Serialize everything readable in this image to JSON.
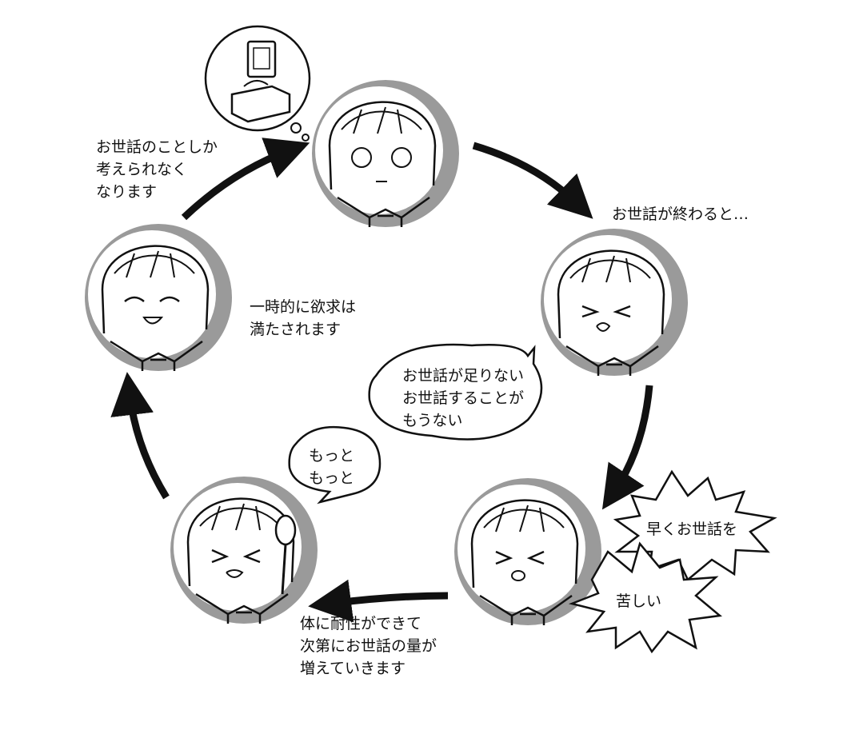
{
  "captions": {
    "top_left": [
      "お世話のことしか",
      "考えられなく",
      "なります"
    ],
    "top_right": [
      "お世話が終わると…"
    ],
    "left": [
      "一時的に欲求は",
      "満たされます"
    ],
    "center_bubble": [
      "お世話が足りない",
      "お世話することが",
      "もうない"
    ],
    "more_bubble": [
      "もっと",
      "もっと"
    ],
    "burst_hurry": [
      "早くお世話を"
    ],
    "burst_pain": [
      "苦しい"
    ],
    "bottom": [
      "体に耐性ができて",
      "次第にお世話の量が",
      "増えていきます"
    ]
  },
  "colors": {
    "ring": "#9a9a9a",
    "ink": "#111111",
    "background": "#ffffff"
  }
}
